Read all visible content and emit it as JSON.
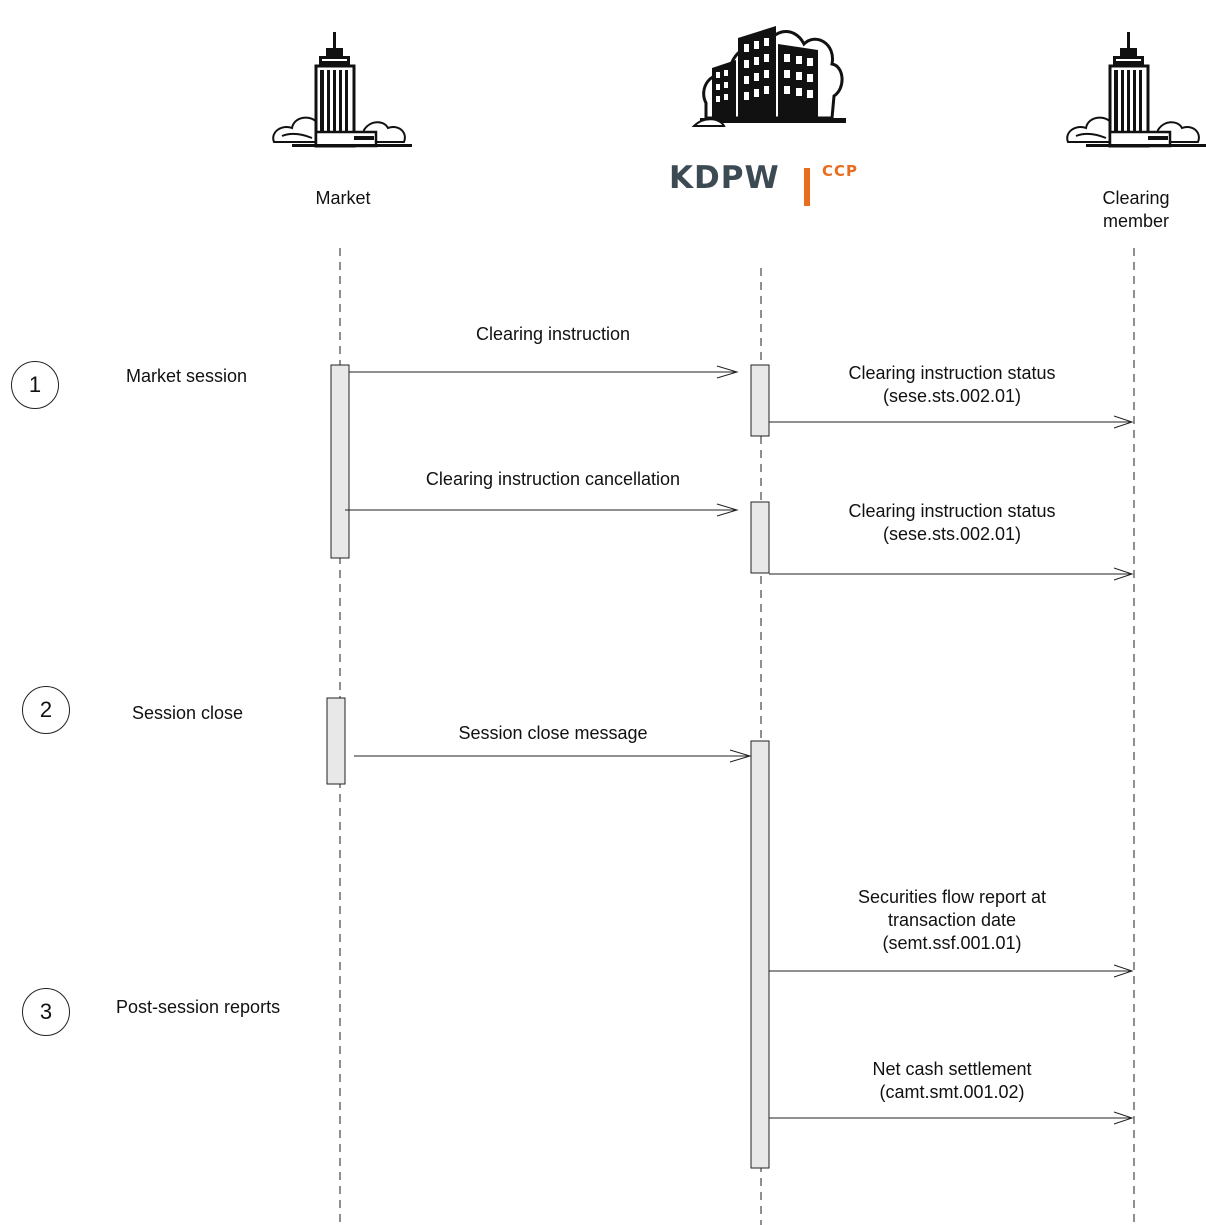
{
  "participants": {
    "market": "Market",
    "ccp_logo": {
      "name": "KDPW",
      "suffix": "CCP",
      "accent": "#e96d1f",
      "text_color": "#3c4a53"
    },
    "clearing_member": [
      "Clearing",
      "member"
    ]
  },
  "steps": [
    {
      "number": "1",
      "label": "Market session"
    },
    {
      "number": "2",
      "label": "Session close"
    },
    {
      "number": "3",
      "label": "Post-session reports"
    }
  ],
  "messages": {
    "clearing_instruction": [
      "Clearing instruction"
    ],
    "status_1": [
      "Clearing instruction status",
      "(sese.sts.002.01)"
    ],
    "cancellation": [
      "Clearing instruction cancellation"
    ],
    "status_2": [
      "Clearing instruction status",
      "(sese.sts.002.01)"
    ],
    "session_close": [
      "Session close message"
    ],
    "securities_flow": [
      "Securities flow report at",
      "transaction date",
      "(semt.ssf.001.01)"
    ],
    "net_cash": [
      "Net cash settlement",
      "(camt.smt.001.02)"
    ]
  },
  "colors": {
    "activation_fill": "#e8e8e8",
    "line": "#222222"
  }
}
